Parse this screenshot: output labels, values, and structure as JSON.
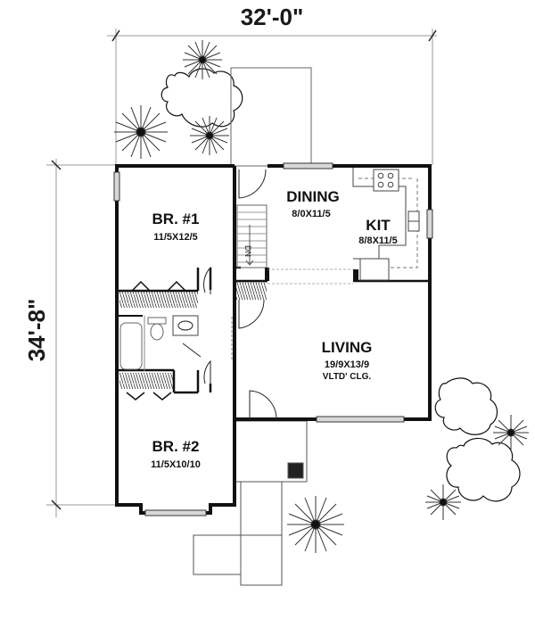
{
  "plan": {
    "dimensions": {
      "width_label": "32'-0\"",
      "depth_label": "34'-8\""
    },
    "rooms": [
      {
        "id": "br1",
        "name": "BR. #1",
        "size": "11/5X12/5"
      },
      {
        "id": "br2",
        "name": "BR. #2",
        "size": "11/5X10/10"
      },
      {
        "id": "dining",
        "name": "DINING",
        "size": "8/0X11/5"
      },
      {
        "id": "kit",
        "name": "KIT",
        "size": "8/8X11/5"
      },
      {
        "id": "living",
        "name": "LIVING",
        "size": "19/9X13/9",
        "note": "VLTD' CLG."
      }
    ],
    "stair": {
      "label": "DN"
    },
    "colors": {
      "wall": "#111111",
      "line": "#555555",
      "dim": "#9a9a9a",
      "background": "#ffffff"
    }
  }
}
